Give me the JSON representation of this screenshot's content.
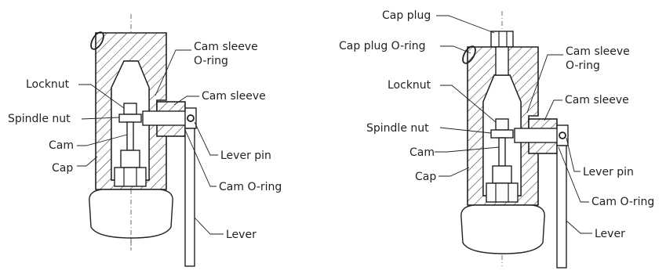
{
  "diagrams": [
    {
      "id": "left",
      "labels": {
        "cam_sleeve_o_ring_1": "Cam sleeve",
        "cam_sleeve_o_ring_2": "O-ring",
        "locknut": "Locknut",
        "cam_sleeve": "Cam sleeve",
        "spindle_nut": "Spindle nut",
        "cam": "Cam",
        "cap": "Cap",
        "lever_pin": "Lever pin",
        "cam_o_ring": "Cam O-ring",
        "lever": "Lever"
      }
    },
    {
      "id": "right",
      "labels": {
        "cap_plug": "Cap plug",
        "cap_plug_o_ring": "Cap plug O-ring",
        "cam_sleeve_o_ring_1": "Cam sleeve",
        "cam_sleeve_o_ring_2": "O-ring",
        "locknut": "Locknut",
        "cam_sleeve": "Cam sleeve",
        "spindle_nut": "Spindle nut",
        "cam": "Cam",
        "cap": "Cap",
        "lever_pin": "Lever pin",
        "cam_o_ring": "Cam O-ring",
        "lever": "Lever"
      }
    }
  ]
}
